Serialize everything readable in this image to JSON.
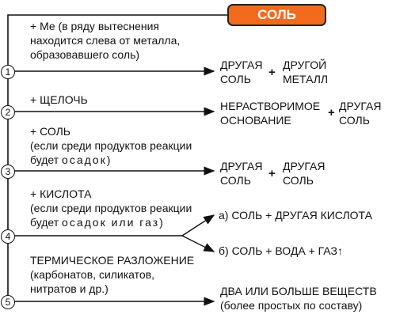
{
  "title": "СОЛЬ",
  "reactions": [
    {
      "number": "1",
      "lines": [
        "+ Ме (в ряду вытеснения",
        "находится слева от металла,",
        "образовавшего соль)"
      ],
      "products": {
        "left": [
          "ДРУГАЯ",
          "СОЛЬ"
        ],
        "plus": "+",
        "right": [
          "ДРУГОЙ",
          "МЕТАЛЛ"
        ]
      }
    },
    {
      "number": "2",
      "lines": [
        "+ ЩЕЛОЧЬ"
      ],
      "products": {
        "left": [
          "НЕРАСТВОРИМОЕ",
          "ОСНОВАНИЕ"
        ],
        "plus": "+",
        "right": [
          "ДРУГАЯ",
          "СОЛЬ"
        ]
      }
    },
    {
      "number": "3",
      "lines": [
        "+ СОЛЬ",
        "(если среди продуктов реакции"
      ],
      "line_prefix": "будет ",
      "line_spaced": "осадок",
      "line_suffix": ")",
      "products": {
        "left": [
          "ДРУГАЯ",
          "СОЛЬ"
        ],
        "plus": "+",
        "right": [
          "ДРУГАЯ",
          "СОЛЬ"
        ]
      }
    },
    {
      "number": "4",
      "lines": [
        "+ КИСЛОТА",
        "(если среди продуктов реакции"
      ],
      "line_prefix": "будет ",
      "line_spaced": "осадок или газ",
      "line_suffix": ")",
      "products_a": "а) СОЛЬ + ДРУГАЯ  КИСЛОТА",
      "products_b": "б) СОЛЬ + ВОДА + ГАЗ↑"
    },
    {
      "number": "5",
      "lines": [
        "ТЕРМИЧЕСКОЕ РАЗЛОЖЕНИЕ",
        "(карбонатов, силикатов,",
        "нитратов и др.)"
      ],
      "products": [
        "ДВА ИЛИ БОЛЬШЕ ВЕЩЕСТВ",
        "(более простых по составу)"
      ]
    }
  ]
}
